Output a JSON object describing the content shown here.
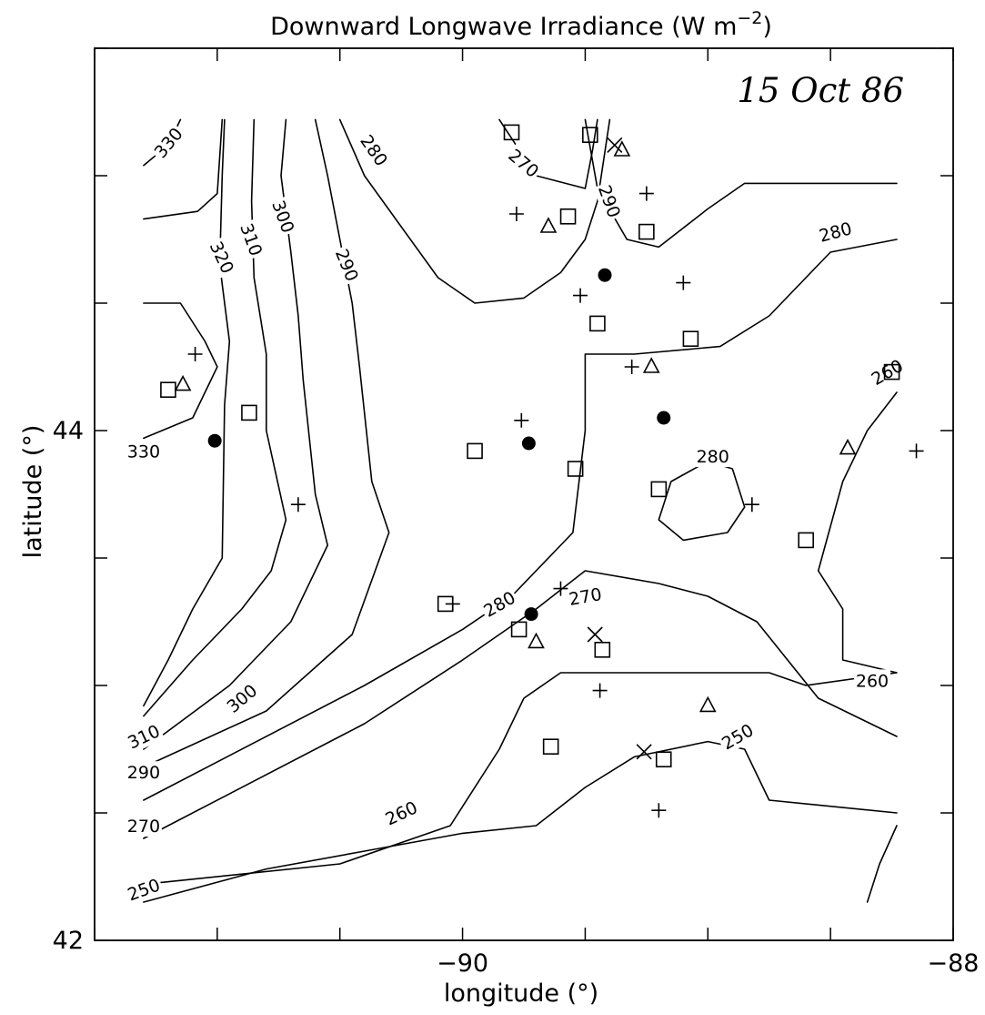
{
  "chart_data": {
    "type": "contour",
    "title": "Downward Longwave Irradiance (W m",
    "title_superscript": "−2",
    "title_close": ")",
    "date_label": "15 Oct 86",
    "xlabel": "longitude (°)",
    "ylabel": "latitude (°)",
    "xlim": [
      -91.5,
      -88
    ],
    "ylim": [
      42,
      45.5
    ],
    "x_ticks": [
      {
        "value": -90,
        "label": "−90"
      },
      {
        "value": -88,
        "label": "−88"
      }
    ],
    "y_ticks": [
      {
        "value": 44,
        "label": "44"
      },
      {
        "value": 42,
        "label": "42"
      }
    ],
    "contours": [
      {
        "level": 330,
        "segments": [
          [
            [
              -91.3,
              45.04
            ],
            [
              -91.2,
              45.12
            ],
            [
              -91.15,
              45.22
            ]
          ],
          [
            [
              -91.3,
              44.83
            ],
            [
              -91.08,
              44.86
            ],
            [
              -91.0,
              44.93
            ],
            [
              -90.98,
              45.22
            ]
          ],
          [
            [
              -91.3,
              44.5
            ],
            [
              -91.15,
              44.5
            ],
            [
              -91.05,
              44.35
            ],
            [
              -91.0,
              44.25
            ],
            [
              -91.05,
              44.15
            ],
            [
              -91.1,
              44.05
            ],
            [
              -91.3,
              43.97
            ]
          ]
        ]
      },
      {
        "level": 320,
        "segments": [
          [
            [
              -90.97,
              45.22
            ],
            [
              -90.98,
              45.0
            ],
            [
              -90.99,
              44.65
            ],
            [
              -90.95,
              44.35
            ],
            [
              -90.97,
              44.1
            ],
            [
              -90.98,
              43.5
            ],
            [
              -91.1,
              43.3
            ],
            [
              -91.2,
              43.1
            ],
            [
              -91.3,
              42.92
            ]
          ]
        ]
      },
      {
        "level": 310,
        "segments": [
          [
            [
              -90.85,
              45.22
            ],
            [
              -90.86,
              44.9
            ],
            [
              -90.85,
              44.6
            ],
            [
              -90.8,
              44.3
            ],
            [
              -90.8,
              44.0
            ],
            [
              -90.72,
              43.65
            ],
            [
              -90.78,
              43.45
            ],
            [
              -90.9,
              43.3
            ],
            [
              -91.1,
              43.1
            ],
            [
              -91.3,
              42.88
            ]
          ]
        ]
      },
      {
        "level": 300,
        "segments": [
          [
            [
              -90.72,
              45.22
            ],
            [
              -90.74,
              45.0
            ],
            [
              -90.7,
              44.7
            ],
            [
              -90.67,
              44.45
            ],
            [
              -90.65,
              44.2
            ],
            [
              -90.6,
              43.75
            ],
            [
              -90.55,
              43.55
            ],
            [
              -90.7,
              43.25
            ],
            [
              -90.95,
              43.0
            ],
            [
              -91.3,
              42.75
            ]
          ]
        ]
      },
      {
        "level": 290,
        "segments": [
          [
            [
              -90.6,
              45.22
            ],
            [
              -90.55,
              45.0
            ],
            [
              -90.5,
              44.75
            ],
            [
              -90.45,
              44.5
            ],
            [
              -90.42,
              44.25
            ],
            [
              -90.37,
              43.8
            ],
            [
              -90.3,
              43.6
            ],
            [
              -90.45,
              43.2
            ],
            [
              -90.8,
              42.9
            ],
            [
              -91.3,
              42.68
            ]
          ],
          [
            [
              -89.5,
              45.22
            ],
            [
              -89.45,
              44.95
            ],
            [
              -89.33,
              44.75
            ],
            [
              -89.2,
              44.72
            ],
            [
              -89.0,
              44.87
            ],
            [
              -88.85,
              44.97
            ],
            [
              -88.6,
              44.97
            ],
            [
              -88.23,
              44.97
            ]
          ]
        ]
      },
      {
        "level": 280,
        "segments": [
          [
            [
              -90.5,
              45.22
            ],
            [
              -90.4,
              45.0
            ],
            [
              -90.25,
              44.8
            ],
            [
              -90.1,
              44.6
            ],
            [
              -89.95,
              44.5
            ],
            [
              -89.75,
              44.52
            ],
            [
              -89.6,
              44.62
            ],
            [
              -89.5,
              44.75
            ],
            [
              -89.45,
              44.9
            ],
            [
              -89.4,
              45.22
            ]
          ],
          [
            [
              -88.23,
              44.75
            ],
            [
              -88.5,
              44.7
            ],
            [
              -88.75,
              44.45
            ],
            [
              -88.95,
              44.33
            ],
            [
              -89.3,
              44.3
            ],
            [
              -89.5,
              44.3
            ],
            [
              -89.5,
              44.0
            ],
            [
              -89.55,
              43.6
            ],
            [
              -89.8,
              43.35
            ],
            [
              -90.0,
              43.22
            ],
            [
              -90.4,
              43.0
            ],
            [
              -91.3,
              42.55
            ]
          ],
          [
            [
              -88.92,
              43.6
            ],
            [
              -88.85,
              43.7
            ],
            [
              -88.9,
              43.85
            ],
            [
              -89.0,
              43.88
            ],
            [
              -89.15,
              43.8
            ],
            [
              -89.2,
              43.65
            ],
            [
              -89.1,
              43.57
            ],
            [
              -88.92,
              43.6
            ]
          ]
        ]
      },
      {
        "level": 270,
        "segments": [
          [
            [
              -89.85,
              45.22
            ],
            [
              -89.7,
              45.0
            ],
            [
              -89.5,
              44.95
            ],
            [
              -89.47,
              45.1
            ],
            [
              -89.45,
              45.22
            ]
          ],
          [
            [
              -88.23,
              42.8
            ],
            [
              -88.55,
              42.95
            ],
            [
              -88.8,
              43.25
            ],
            [
              -89.0,
              43.35
            ],
            [
              -89.2,
              43.4
            ],
            [
              -89.5,
              43.45
            ],
            [
              -89.7,
              43.3
            ],
            [
              -90.0,
              43.1
            ],
            [
              -90.4,
              42.85
            ],
            [
              -91.3,
              42.4
            ]
          ]
        ]
      },
      {
        "level": 260,
        "segments": [
          [
            [
              -88.23,
              44.15
            ],
            [
              -88.35,
              44.0
            ],
            [
              -88.45,
              43.8
            ],
            [
              -88.55,
              43.45
            ],
            [
              -88.45,
              43.3
            ],
            [
              -88.45,
              43.1
            ],
            [
              -88.23,
              43.05
            ],
            [
              -88.6,
              43.0
            ],
            [
              -88.75,
              43.05
            ],
            [
              -89.2,
              43.05
            ],
            [
              -89.6,
              43.05
            ],
            [
              -89.75,
              42.95
            ],
            [
              -89.85,
              42.75
            ],
            [
              -90.05,
              42.45
            ],
            [
              -90.5,
              42.3
            ],
            [
              -91.3,
              42.22
            ]
          ]
        ]
      },
      {
        "level": 250,
        "segments": [
          [
            [
              -91.3,
              42.15
            ],
            [
              -90.8,
              42.28
            ],
            [
              -90.4,
              42.35
            ],
            [
              -90.0,
              42.42
            ],
            [
              -89.7,
              42.45
            ],
            [
              -89.5,
              42.6
            ],
            [
              -89.3,
              42.72
            ],
            [
              -89.0,
              42.78
            ],
            [
              -88.85,
              42.75
            ],
            [
              -88.75,
              42.55
            ],
            [
              -88.23,
              42.5
            ]
          ],
          [
            [
              -88.23,
              42.45
            ],
            [
              -88.3,
              42.3
            ],
            [
              -88.35,
              42.15
            ]
          ]
        ]
      }
    ],
    "contour_labels": [
      {
        "text": "330",
        "lon": -91.2,
        "lat": 45.13,
        "angle": -50
      },
      {
        "text": "320",
        "lon": -90.98,
        "lat": 44.68,
        "angle": 65
      },
      {
        "text": "310",
        "lon": -90.86,
        "lat": 44.75,
        "angle": 70
      },
      {
        "text": "300",
        "lon": -90.73,
        "lat": 44.84,
        "angle": 70
      },
      {
        "text": "290",
        "lon": -90.47,
        "lat": 44.65,
        "angle": 68
      },
      {
        "text": "280",
        "lon": -90.36,
        "lat": 45.1,
        "angle": 55
      },
      {
        "text": "270",
        "lon": -89.75,
        "lat": 45.05,
        "angle": 40
      },
      {
        "text": "290",
        "lon": -89.4,
        "lat": 44.9,
        "angle": 70
      },
      {
        "text": "280",
        "lon": -88.48,
        "lat": 44.78,
        "angle": -15
      },
      {
        "text": "260",
        "lon": -88.27,
        "lat": 44.23,
        "angle": -30
      },
      {
        "text": "330",
        "lon": -91.3,
        "lat": 43.92,
        "angle": 0
      },
      {
        "text": "280",
        "lon": -88.98,
        "lat": 43.9,
        "angle": 0
      },
      {
        "text": "280",
        "lon": -89.85,
        "lat": 43.32,
        "angle": -30
      },
      {
        "text": "270",
        "lon": -89.5,
        "lat": 43.35,
        "angle": -10
      },
      {
        "text": "260",
        "lon": -88.33,
        "lat": 43.02,
        "angle": 0
      },
      {
        "text": "250",
        "lon": -88.88,
        "lat": 42.8,
        "angle": -30
      },
      {
        "text": "310",
        "lon": -91.3,
        "lat": 42.8,
        "angle": -25
      },
      {
        "text": "300",
        "lon": -90.9,
        "lat": 42.95,
        "angle": -40
      },
      {
        "text": "290",
        "lon": -91.3,
        "lat": 42.66,
        "angle": 0
      },
      {
        "text": "260",
        "lon": -90.25,
        "lat": 42.5,
        "angle": -25
      },
      {
        "text": "270",
        "lon": -91.3,
        "lat": 42.45,
        "angle": 0
      },
      {
        "text": "250",
        "lon": -91.3,
        "lat": 42.2,
        "angle": -20
      }
    ],
    "stations": {
      "square": [
        [
          -89.8,
          45.17
        ],
        [
          -89.48,
          45.16
        ],
        [
          -89.57,
          44.84
        ],
        [
          -89.25,
          44.78
        ],
        [
          -89.45,
          44.42
        ],
        [
          -89.07,
          44.36
        ],
        [
          -91.2,
          44.16
        ],
        [
          -90.87,
          44.07
        ],
        [
          -89.95,
          43.92
        ],
        [
          -89.54,
          43.85
        ],
        [
          -89.2,
          43.77
        ],
        [
          -88.6,
          43.57
        ],
        [
          -90.07,
          43.32
        ],
        [
          -89.77,
          43.22
        ],
        [
          -89.43,
          43.14
        ],
        [
          -89.64,
          42.76
        ],
        [
          -89.18,
          42.71
        ],
        [
          -88.25,
          44.23
        ]
      ],
      "plus": [
        [
          -89.25,
          44.93
        ],
        [
          -89.78,
          44.85
        ],
        [
          -89.1,
          44.58
        ],
        [
          -89.52,
          44.53
        ],
        [
          -91.09,
          44.3
        ],
        [
          -89.31,
          44.25
        ],
        [
          -89.76,
          44.04
        ],
        [
          -90.67,
          43.71
        ],
        [
          -88.82,
          43.71
        ],
        [
          -88.15,
          43.92
        ],
        [
          -89.6,
          43.38
        ],
        [
          -90.04,
          43.32
        ],
        [
          -89.44,
          42.98
        ],
        [
          -89.2,
          42.51
        ]
      ],
      "triangle": [
        [
          -89.65,
          44.8
        ],
        [
          -89.35,
          45.1
        ],
        [
          -91.14,
          44.18
        ],
        [
          -89.23,
          44.25
        ],
        [
          -88.43,
          43.93
        ],
        [
          -89.7,
          43.17
        ],
        [
          -89.0,
          42.92
        ]
      ],
      "x": [
        [
          -89.38,
          45.12
        ],
        [
          -89.46,
          43.2
        ],
        [
          -89.26,
          42.74
        ]
      ],
      "dot": [
        [
          -89.42,
          44.61
        ],
        [
          -91.01,
          43.96
        ],
        [
          -89.73,
          43.95
        ],
        [
          -89.18,
          44.05
        ],
        [
          -89.72,
          43.28
        ]
      ]
    }
  }
}
